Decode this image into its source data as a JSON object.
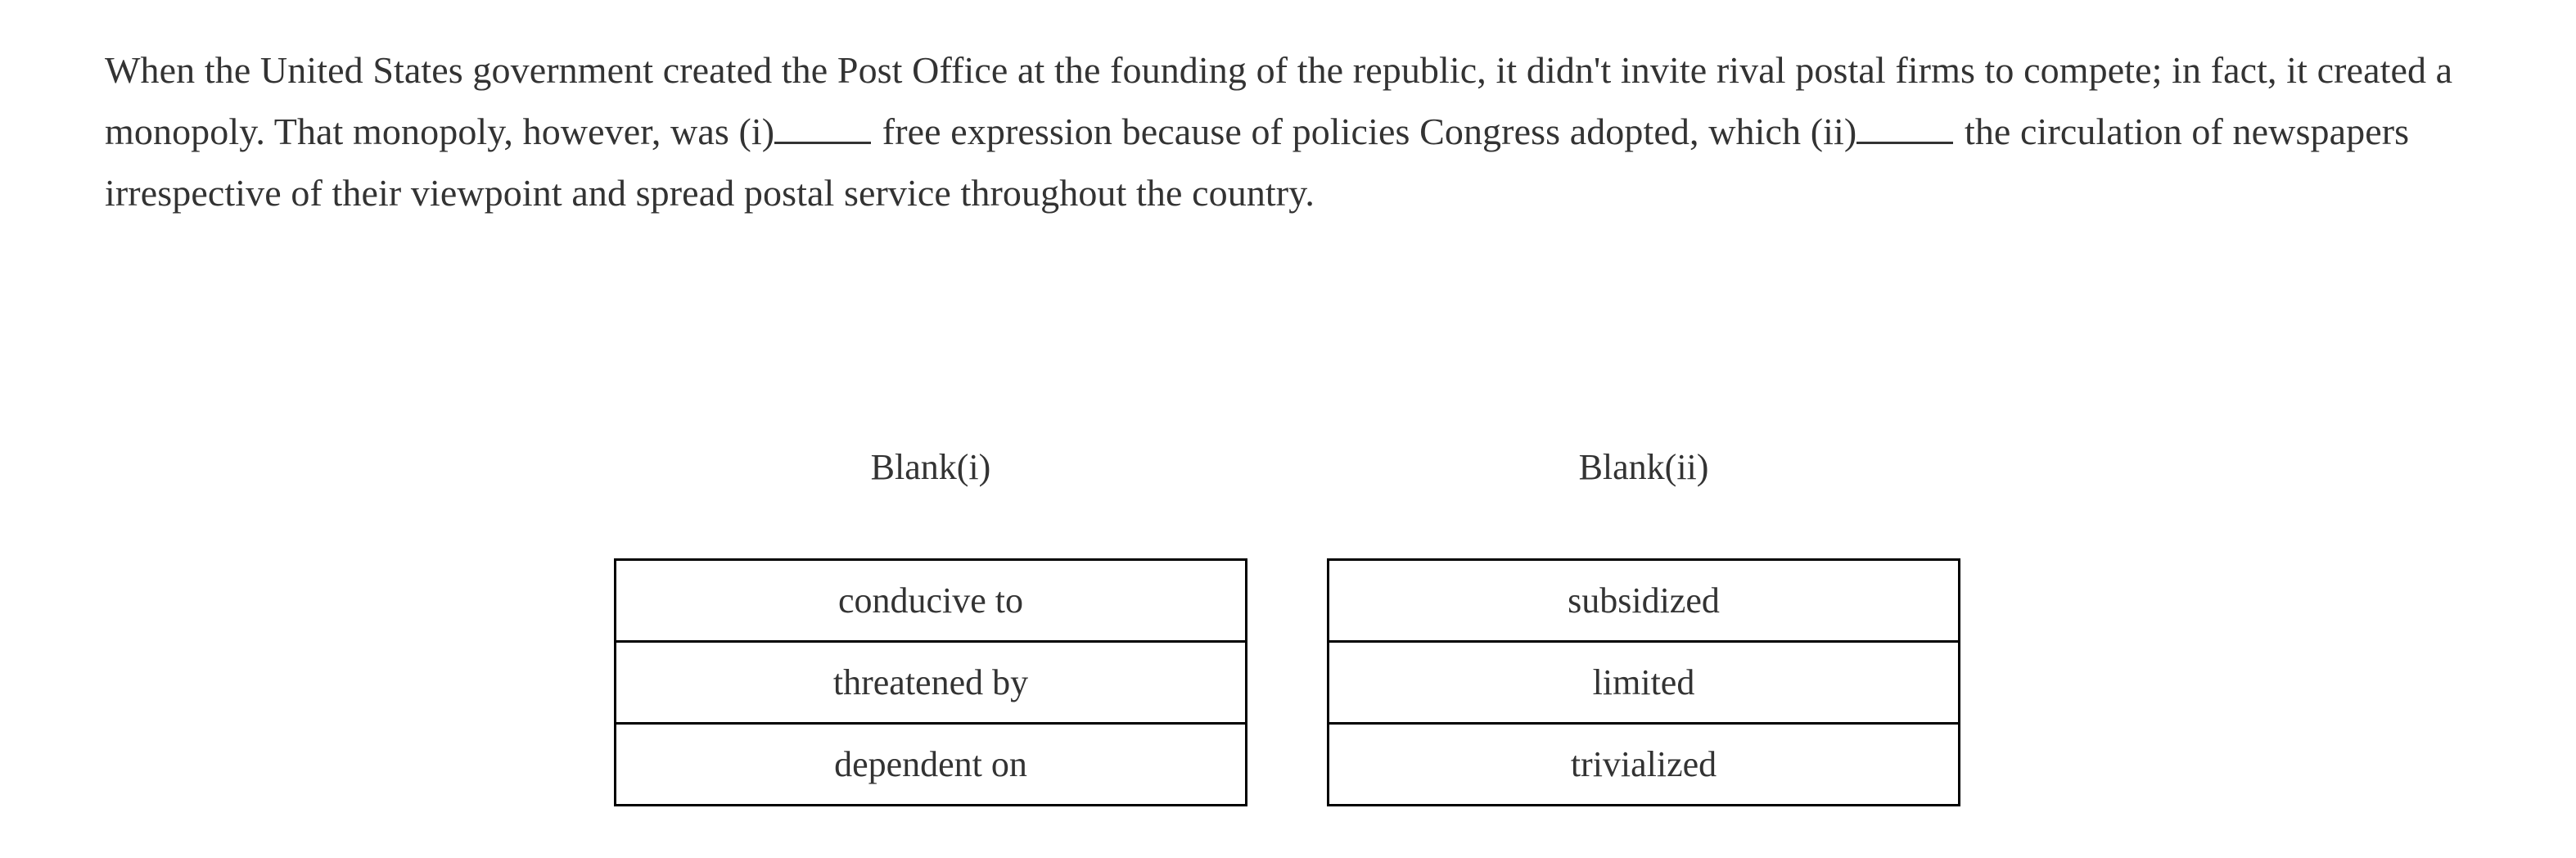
{
  "passage": {
    "segments": [
      {
        "type": "text",
        "value": "When the United States government created the Post Office at the founding of the republic, it didn't invite rival postal firms to compete; in fact, it created a monopoly. That monopoly, however, was (i)"
      },
      {
        "type": "blank",
        "value": "______",
        "label": "blank-i"
      },
      {
        "type": "text",
        "value": " free expression because of policies Congress adopted, which (ii)"
      },
      {
        "type": "blank",
        "value": "______",
        "label": "blank-ii"
      },
      {
        "type": "text",
        "value": " the circulation of newspapers irrespective of their viewpoint and spread postal service throughout the country."
      }
    ],
    "full_text": "When the United States government created the Post Office at the founding of the republic, it didn't invite rival postal firms to compete; in fact, it created a monopoly. That monopoly, however, was (i)______ free expression because of policies Congress adopted, which (ii)______ the circulation of newspapers irrespective of their viewpoint and spread postal service throughout the country.",
    "line1": "When the United States government created the Post Office at the founding of the republic, it didn't invite rival postal firms to compete;",
    "line2_before_blank": "in fact, it created a monopoly. That monopoly, however, was (i)",
    "line2_after_blank": " free expression because of policies Congress adopted, which",
    "line3_before_blank": "(ii)",
    "line3_after_blank": " the circulation of newspapers irrespective of their viewpoint and spread postal service throughout the country."
  },
  "columns": [
    {
      "header": "Blank(i)",
      "options": [
        {
          "label": "conducive to"
        },
        {
          "label": "threatened by"
        },
        {
          "label": "dependent on"
        }
      ]
    },
    {
      "header": "Blank(ii)",
      "options": [
        {
          "label": "subsidized"
        },
        {
          "label": "limited"
        },
        {
          "label": "trivialized"
        }
      ]
    }
  ],
  "colors": {
    "text": "#333333",
    "border": "#000000",
    "background": "#ffffff"
  }
}
